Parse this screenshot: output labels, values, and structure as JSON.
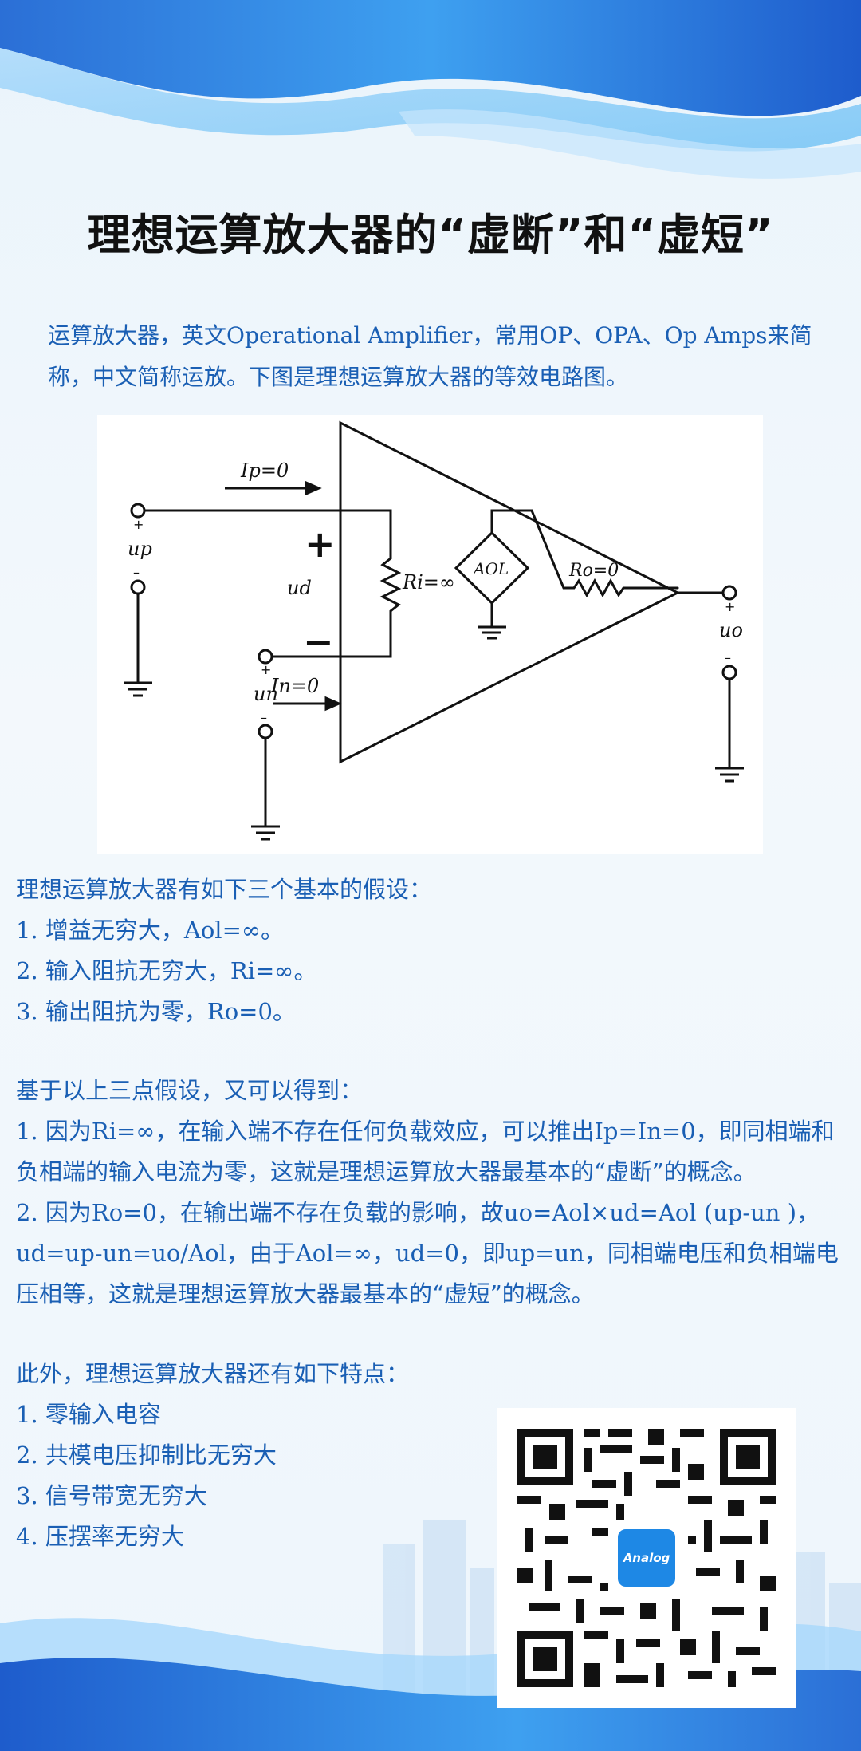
{
  "title": "理想运算放大器的“虚断”和“虚短”",
  "intro": "运算放大器，英文Operational Amplifier，常用OP、OPA、Op Amps来简称，中文简称运放。下图是理想运算放大器的等效电路图。",
  "diagram": {
    "ip_label": "Ip=0",
    "in_label": "In=0",
    "up_label": "up",
    "un_label": "un",
    "ud_label": "ud",
    "uo_label": "uo",
    "ri_label": "Ri=∞",
    "ro_label": "Ro=0",
    "aol_label": "AOL",
    "plus": "+",
    "minus": "−",
    "minus_small": "–"
  },
  "assumptions": {
    "heading": "理想运算放大器有如下三个基本的假设：",
    "items": [
      "1. 增益无穷大，Aol=∞。",
      "2. 输入阻抗无穷大，Ri=∞。",
      "3. 输出阻抗为零，Ro=0。"
    ]
  },
  "conclusions": {
    "heading": "基于以上三点假设，又可以得到：",
    "item1": "1. 因为Ri=∞，在输入端不存在任何负载效应，可以推出Ip=In=0，即同相端和负相端的输入电流为零，这就是理想运算放大器最基本的“虚断”的概念。",
    "item2": "2. 因为Ro=0，在输出端不存在负载的影响，故uo=Aol×ud=Aol (up-un )，ud=up-un=uo/Aol，由于Aol=∞，ud=0，即up=un，同相端电压和负相端电压相等，这就是理想运算放大器最基本的“虚短”的概念。"
  },
  "features": {
    "heading": "此外，理想运算放大器还有如下特点：",
    "items": [
      "1. 零输入电容",
      "2. 共模电压抑制比无穷大",
      "3. 信号带宽无穷大",
      "4. 压摆率无穷大"
    ]
  },
  "qr": {
    "logo_text": "Analog"
  },
  "colors": {
    "text_blue": "#1a5fb4",
    "title": "#111111",
    "accent": "#1e88e5"
  }
}
